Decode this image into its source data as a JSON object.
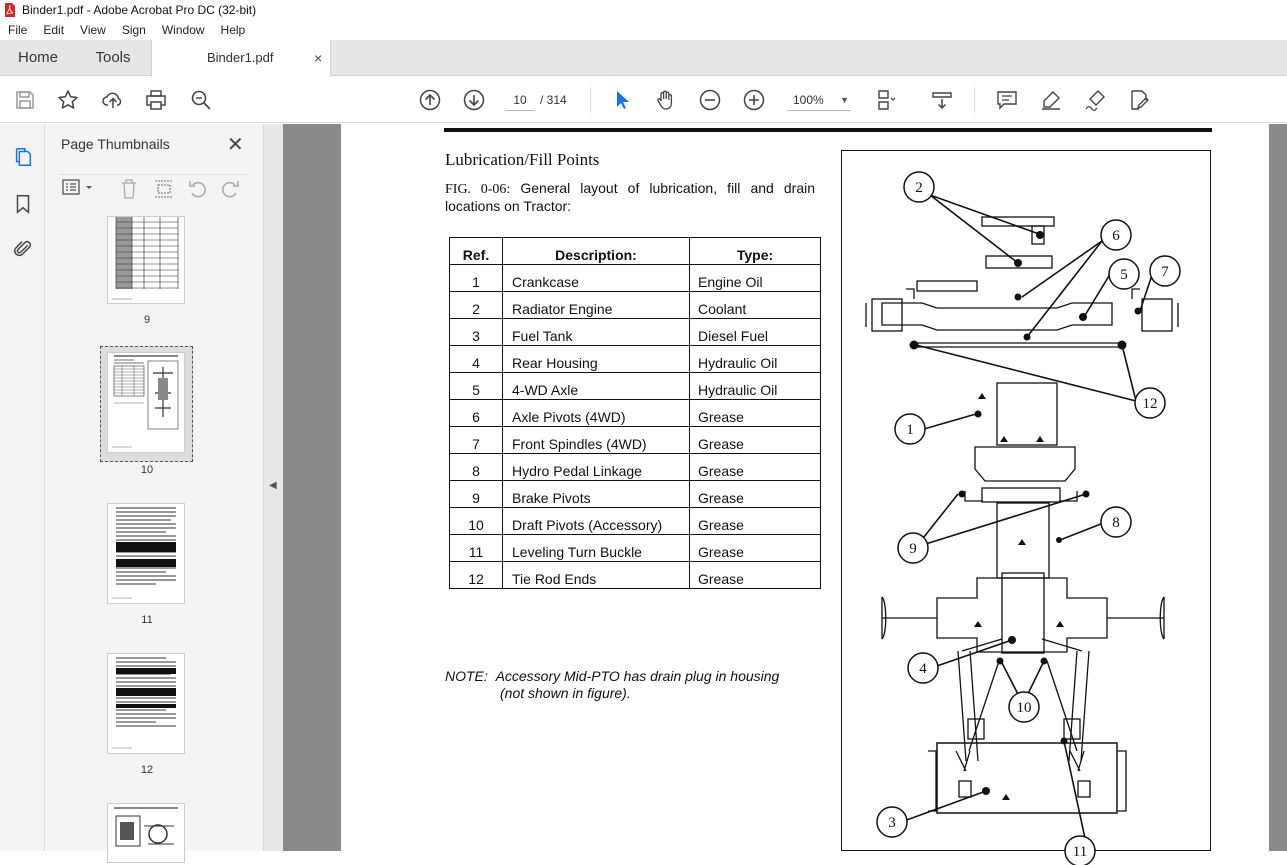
{
  "window": {
    "title": "Binder1.pdf - Adobe Acrobat Pro DC (32-bit)"
  },
  "menu": [
    "File",
    "Edit",
    "View",
    "Sign",
    "Window",
    "Help"
  ],
  "tabs": {
    "home": "Home",
    "tools": "Tools",
    "document": "Binder1.pdf",
    "close": "×"
  },
  "toolbar": {
    "page_current": "10",
    "page_total": "/  314",
    "zoom": "100%",
    "icons": [
      "save-icon",
      "star-icon",
      "upload-icon",
      "print-icon",
      "search-icon",
      "page-up-icon",
      "page-down-icon",
      "select-cursor-icon",
      "hand-icon",
      "zoom-out-icon",
      "zoom-in-icon",
      "fit-page-icon",
      "scroll-mode-icon",
      "comment-icon",
      "highlight-icon",
      "sign-icon",
      "edit-pdf-icon"
    ]
  },
  "sidebar": {
    "title": "Page Thumbnails",
    "close": "✕",
    "thumbnails": [
      {
        "label": "9"
      },
      {
        "label": "10",
        "selected": true
      },
      {
        "label": "11"
      },
      {
        "label": "12"
      },
      {
        "label": ""
      }
    ]
  },
  "document": {
    "heading": "Lubrication/Fill Points",
    "fig_number": "FIG. 0-06:",
    "fig_caption": "General layout of lubrication, fill and drain locations on Tractor:",
    "table": {
      "headers": [
        "Ref.",
        "Description:",
        "Type:"
      ],
      "rows": [
        [
          "1",
          "Crankcase",
          "Engine Oil"
        ],
        [
          "2",
          "Radiator Engine",
          "Coolant"
        ],
        [
          "3",
          "Fuel Tank",
          "Diesel Fuel"
        ],
        [
          "4",
          "Rear Housing",
          "Hydraulic Oil"
        ],
        [
          "5",
          "4-WD Axle",
          "Hydraulic Oil"
        ],
        [
          "6",
          "Axle Pivots (4WD)",
          "Grease"
        ],
        [
          "7",
          "Front Spindles (4WD)",
          "Grease"
        ],
        [
          "8",
          "Hydro Pedal Linkage",
          "Grease"
        ],
        [
          "9",
          "Brake Pivots",
          "Grease"
        ],
        [
          "10",
          "Draft Pivots (Accessory)",
          "Grease"
        ],
        [
          "11",
          "Leveling Turn Buckle",
          "Grease"
        ],
        [
          "12",
          "Tie Rod Ends",
          "Grease"
        ]
      ]
    },
    "note_label": "NOTE:",
    "note_line1": "Accessory Mid-PTO has drain plug in housing",
    "note_line2": "(not shown in figure).",
    "diagram_callouts": [
      "2",
      "6",
      "5",
      "7",
      "12",
      "1",
      "9",
      "8",
      "4",
      "10",
      "3",
      "11"
    ]
  }
}
